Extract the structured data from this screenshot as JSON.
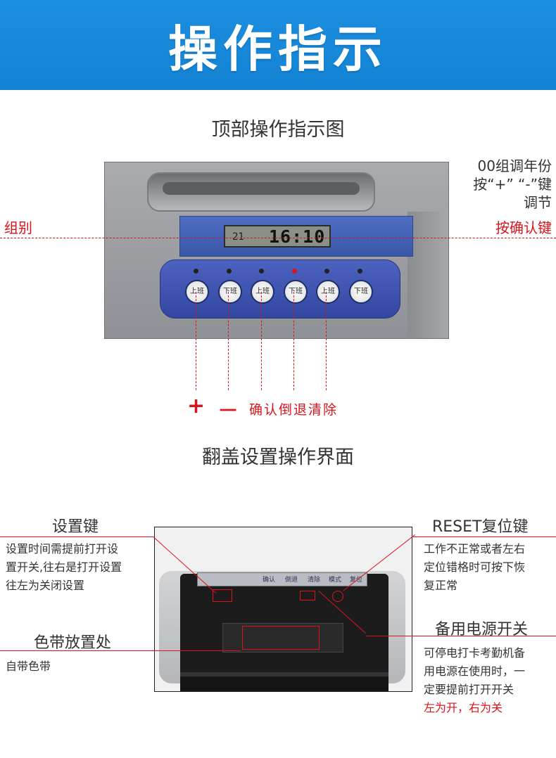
{
  "banner": {
    "title": "操作指示"
  },
  "section1": {
    "title": "顶部操作指示图",
    "lcd_small": "21",
    "lcd_time": "16:10",
    "buttons": [
      "上班",
      "下班",
      "上班",
      "下班",
      "上班",
      "下班"
    ],
    "left_label": "组别",
    "right_top_line1": "00组调年份",
    "right_top_line2": "按“+”  “-”键",
    "right_top_line3": "调节",
    "right_label": "按确认键",
    "bottom_plus": "+",
    "bottom_minus": "一",
    "bottom_actions": "确认倒退清除"
  },
  "section2": {
    "title": "翻盖设置操作界面",
    "board_labels": [
      "确认",
      "倒退",
      "清除",
      "模式",
      "复位"
    ],
    "setting_key": {
      "title": "设置键",
      "desc": [
        "设置时间需提前打开设",
        "置开关,往右是打开设置",
        "往左为关闭设置"
      ]
    },
    "ribbon": {
      "title": "色带放置处",
      "desc": "自带色带"
    },
    "reset": {
      "title": "RESET复位键",
      "desc": [
        "工作不正常或者左右",
        "定位错格时可按下恢",
        "复正常"
      ]
    },
    "power": {
      "title": "备用电源开关",
      "desc": [
        "可停电打卡考勤机备",
        "用电源在使用时，一",
        "定要提前打开开关"
      ],
      "note": "左为开，右为关"
    }
  },
  "colors": {
    "banner": "#1d8fe0",
    "accent_red": "#d9141b",
    "panel_blue": "#3a56a8"
  }
}
